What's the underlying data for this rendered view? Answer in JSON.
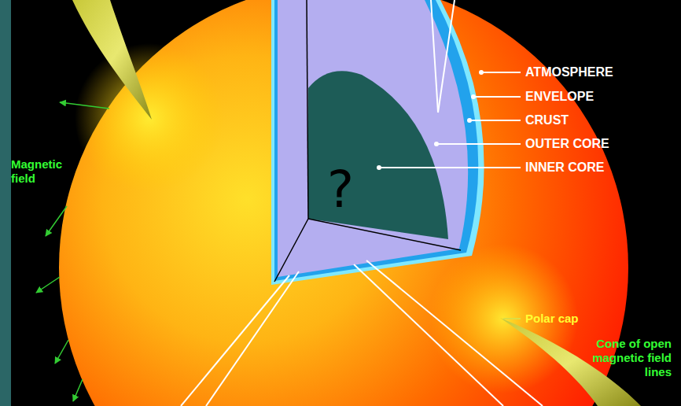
{
  "diagram": {
    "labels": [
      "ATMOSPHERE",
      "ENVELOPE",
      "CRUST",
      "OUTER CORE",
      "INNER CORE",
      "?",
      "Magnetic field",
      "Polar cap",
      "Cone of open magnetic field lines"
    ]
  }
}
